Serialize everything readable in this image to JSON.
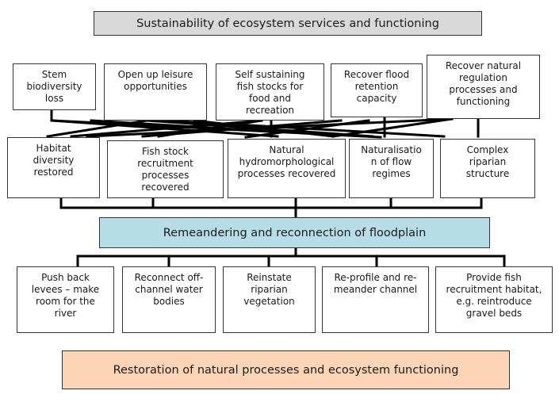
{
  "header": "Sustainability of ecosystem services and functioning",
  "goals": [
    "Stem\nbiodiversity\nloss",
    "Open up leisure\nopportunities",
    "Self sustaining\nfish stocks for\nfood and\nrecreation",
    "Recover flood\nretention\ncapacity",
    "Recover natural\nregulation\nprocesses and\nfunctioning"
  ],
  "outcomes": [
    "Habitat\ndiversity\nrestored",
    "Fish stock\nrecruitment\nprocesses\nrecovered",
    "Natural\nhydromorphological\nprocesses recovered",
    "Naturalisatio\nn of flow\nregimes",
    "Complex\nriparian\nstructure"
  ],
  "center": "Remeandering and reconnection of floodplain",
  "actions": [
    "Push back\nlevees – make\nroom for the\nriver",
    "Reconnect off-\nchannel water\nbodies",
    "Reinstate\nriparian\nvegetation",
    "Re-profile and re-\nmeander channel",
    "Provide fish\nrecruitment habitat,\ne.g. reintroduce\ngravel beds"
  ],
  "footer": "Restoration of natural processes and ecosystem functioning",
  "colors": {
    "header_fill": "#d9d9d9",
    "center_fill": "#b7dde8",
    "footer_fill": "#fbd5b5",
    "line": "#000000"
  }
}
